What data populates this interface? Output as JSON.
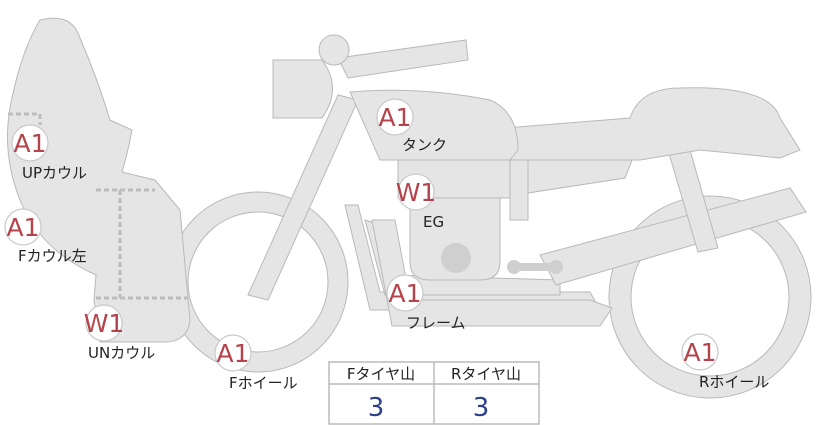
{
  "colors": {
    "body_fill": "#e5e5e5",
    "body_stroke": "#b9b9b9",
    "grade_a": "#b5434c",
    "grade_w": "#b5434c",
    "table_value": "#2d3f8a"
  },
  "parts": [
    {
      "id": "up-cowl",
      "grade": "A1",
      "label": "UPカウル"
    },
    {
      "id": "f-cowl-left",
      "grade": "A1",
      "label": "Fカウル左"
    },
    {
      "id": "un-cowl",
      "grade": "W1",
      "label": "UNカウル"
    },
    {
      "id": "f-wheel",
      "grade": "A1",
      "label": "Fホイール"
    },
    {
      "id": "tank",
      "grade": "A1",
      "label": "タンク"
    },
    {
      "id": "engine",
      "grade": "W1",
      "label": "EG"
    },
    {
      "id": "frame",
      "grade": "A1",
      "label": "フレーム"
    },
    {
      "id": "r-wheel",
      "grade": "A1",
      "label": "Rホイール"
    }
  ],
  "tread_table": {
    "headers": [
      "Fタイヤ山",
      "Rタイヤ山"
    ],
    "values": [
      "3",
      "3"
    ]
  }
}
